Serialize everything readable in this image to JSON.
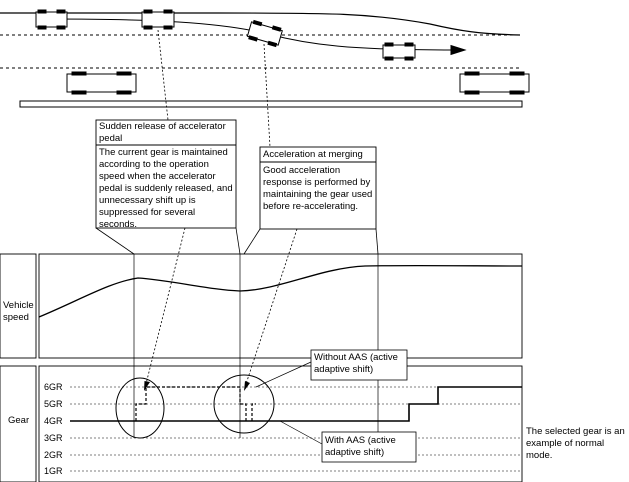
{
  "callouts": {
    "release": {
      "title": "Sudden release of accelerator pedal",
      "body": "The current gear is maintained according to the operation speed when the accelerator pedal is suddenly released, and unnecessary shift up is suppressed for several seconds."
    },
    "merging": {
      "title": "Acceleration at merging",
      "body": "Good acceleration response is performed by maintaining the gear used before re-accelerating."
    }
  },
  "panels": {
    "speed_label": "Vehicle speed",
    "gear_label": "Gear"
  },
  "gears": [
    "6GR",
    "5GR",
    "4GR",
    "3GR",
    "2GR",
    "1GR"
  ],
  "legend": {
    "without_aas": "Without AAS (active adaptive shift)",
    "with_aas": "With AAS (active adaptive shift)"
  },
  "note": "The selected gear is an example of normal mode."
}
